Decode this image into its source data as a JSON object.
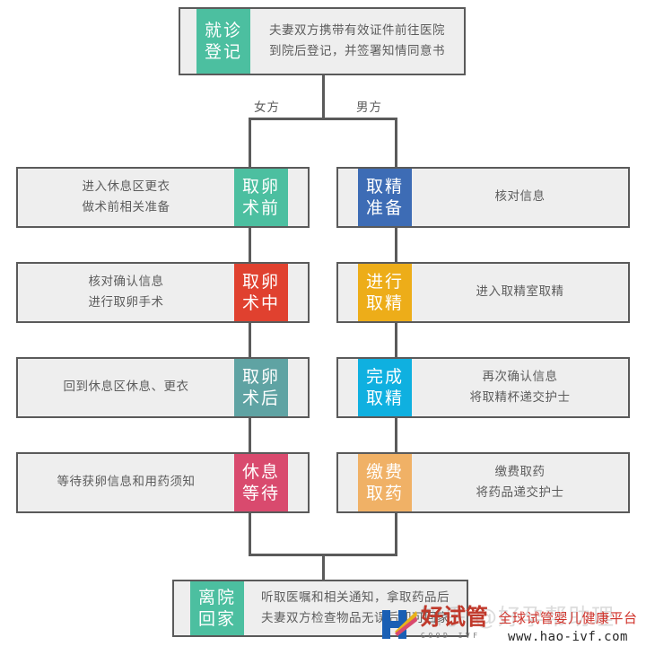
{
  "diagram": {
    "title_node": {
      "tag_lines": [
        "就诊",
        "登记"
      ],
      "tag_color": "#4cbfa0",
      "desc_lines": [
        "夫妻双方携带有效证件前往医院",
        "到院后登记，并签署知情同意书"
      ]
    },
    "branches": {
      "female_label": "女方",
      "male_label": "男方"
    },
    "female_steps": [
      {
        "tag_lines": [
          "取卵",
          "术前"
        ],
        "tag_color": "#4cbfa0",
        "desc_lines": [
          "进入休息区更衣",
          "做术前相关准备"
        ]
      },
      {
        "tag_lines": [
          "取卵",
          "术中"
        ],
        "tag_color": "#e0412f",
        "desc_lines": [
          "核对确认信息",
          "进行取卵手术"
        ]
      },
      {
        "tag_lines": [
          "取卵",
          "术后"
        ],
        "tag_color": "#5fa3a3",
        "desc_lines": [
          "回到休息区休息、更衣"
        ]
      },
      {
        "tag_lines": [
          "休息",
          "等待"
        ],
        "tag_color": "#d94a6e",
        "desc_lines": [
          "等待获卵信息和用药须知"
        ]
      }
    ],
    "male_steps": [
      {
        "tag_lines": [
          "取精",
          "准备"
        ],
        "tag_color": "#3d6cb5",
        "desc_lines": [
          "核对信息"
        ]
      },
      {
        "tag_lines": [
          "进行",
          "取精"
        ],
        "tag_color": "#edad19",
        "desc_lines": [
          "进入取精室取精"
        ]
      },
      {
        "tag_lines": [
          "完成",
          "取精"
        ],
        "tag_color": "#0fb0e0",
        "desc_lines": [
          "再次确认信息",
          "将取精杯递交护士"
        ]
      },
      {
        "tag_lines": [
          "缴费",
          "取药"
        ],
        "tag_color": "#f0b166",
        "desc_lines": [
          "缴费取药",
          "将药品递交护士"
        ]
      }
    ],
    "end_node": {
      "tag_lines": [
        "离院",
        "回家"
      ],
      "tag_color": "#4cbfa0",
      "desc_lines": [
        "听取医嘱和相关通知，拿取药品后",
        "夫妻双方检查物品无误后即可回家"
      ]
    }
  },
  "watermark": {
    "zhihu_text": "知乎 @好孕帮助理"
  },
  "branding": {
    "logo_name": "好试管",
    "logo_sub": "GOOD IVF",
    "tagline": "全球试管婴儿健康平台",
    "site_url": "www.hao-ivf.com",
    "accent_red": "#d0342c",
    "logo_blue": "#1a5fb4"
  }
}
